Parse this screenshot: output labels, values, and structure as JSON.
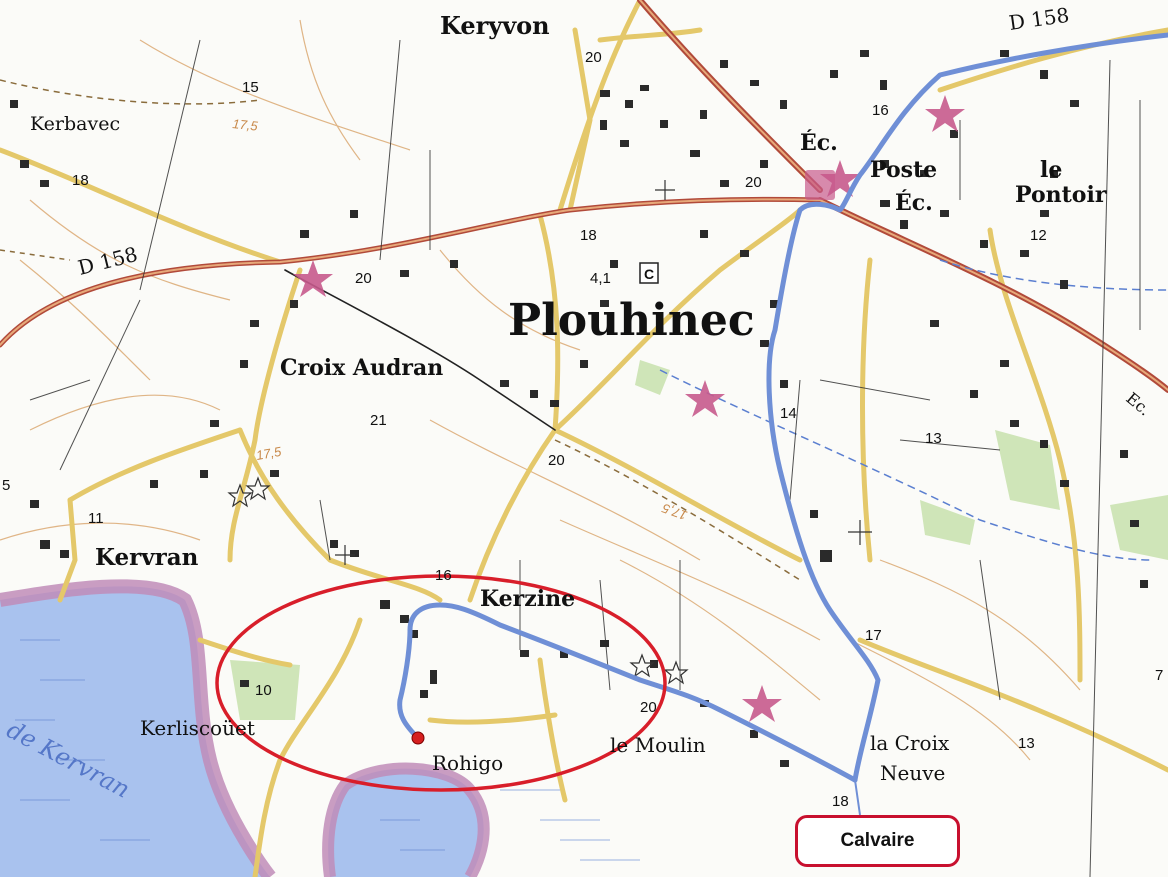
{
  "map": {
    "places": {
      "keryvon": "Keryvon",
      "kerbavec": "Kerbavec",
      "d158_left": "D 158",
      "d158_top": "D 158",
      "croix_audran": "Croix Audran",
      "plouhinec": "Plouhinec",
      "ec1": "Éc.",
      "ec2": "Éc.",
      "poste": "Poste",
      "le_pontoir": "le\nPontoir",
      "kervran": "Kervran",
      "kerzine": "Kerzine",
      "kerliscouet": "Kerliscoüet",
      "rohigo": "Rohigo",
      "le_moulin": "le Moulin",
      "la_croix_neuve": "la Croix\nNeuve",
      "de_kervran": "de Kervran",
      "ec_right": "Ec."
    },
    "spot_heights": [
      "15",
      "18",
      "20",
      "20",
      "18",
      "4,1",
      "20",
      "16",
      "12",
      "21",
      "20",
      "14",
      "13",
      "11",
      "16",
      "10",
      "20",
      "17",
      "13",
      "18",
      "7",
      "5"
    ],
    "contour_labels": [
      "17,5",
      "17,5",
      "17,5"
    ],
    "symbols": {
      "cemetery": "C"
    },
    "colors": {
      "route": "#6f8fd6",
      "highlight": "#d81e2a",
      "road": "#e4c86a",
      "main_road": "#b14a3a",
      "water": "#a9c2ee",
      "marsh": "#c08cb8",
      "contour": "#d9a46a"
    }
  },
  "callout": {
    "label": "Calvaire"
  }
}
